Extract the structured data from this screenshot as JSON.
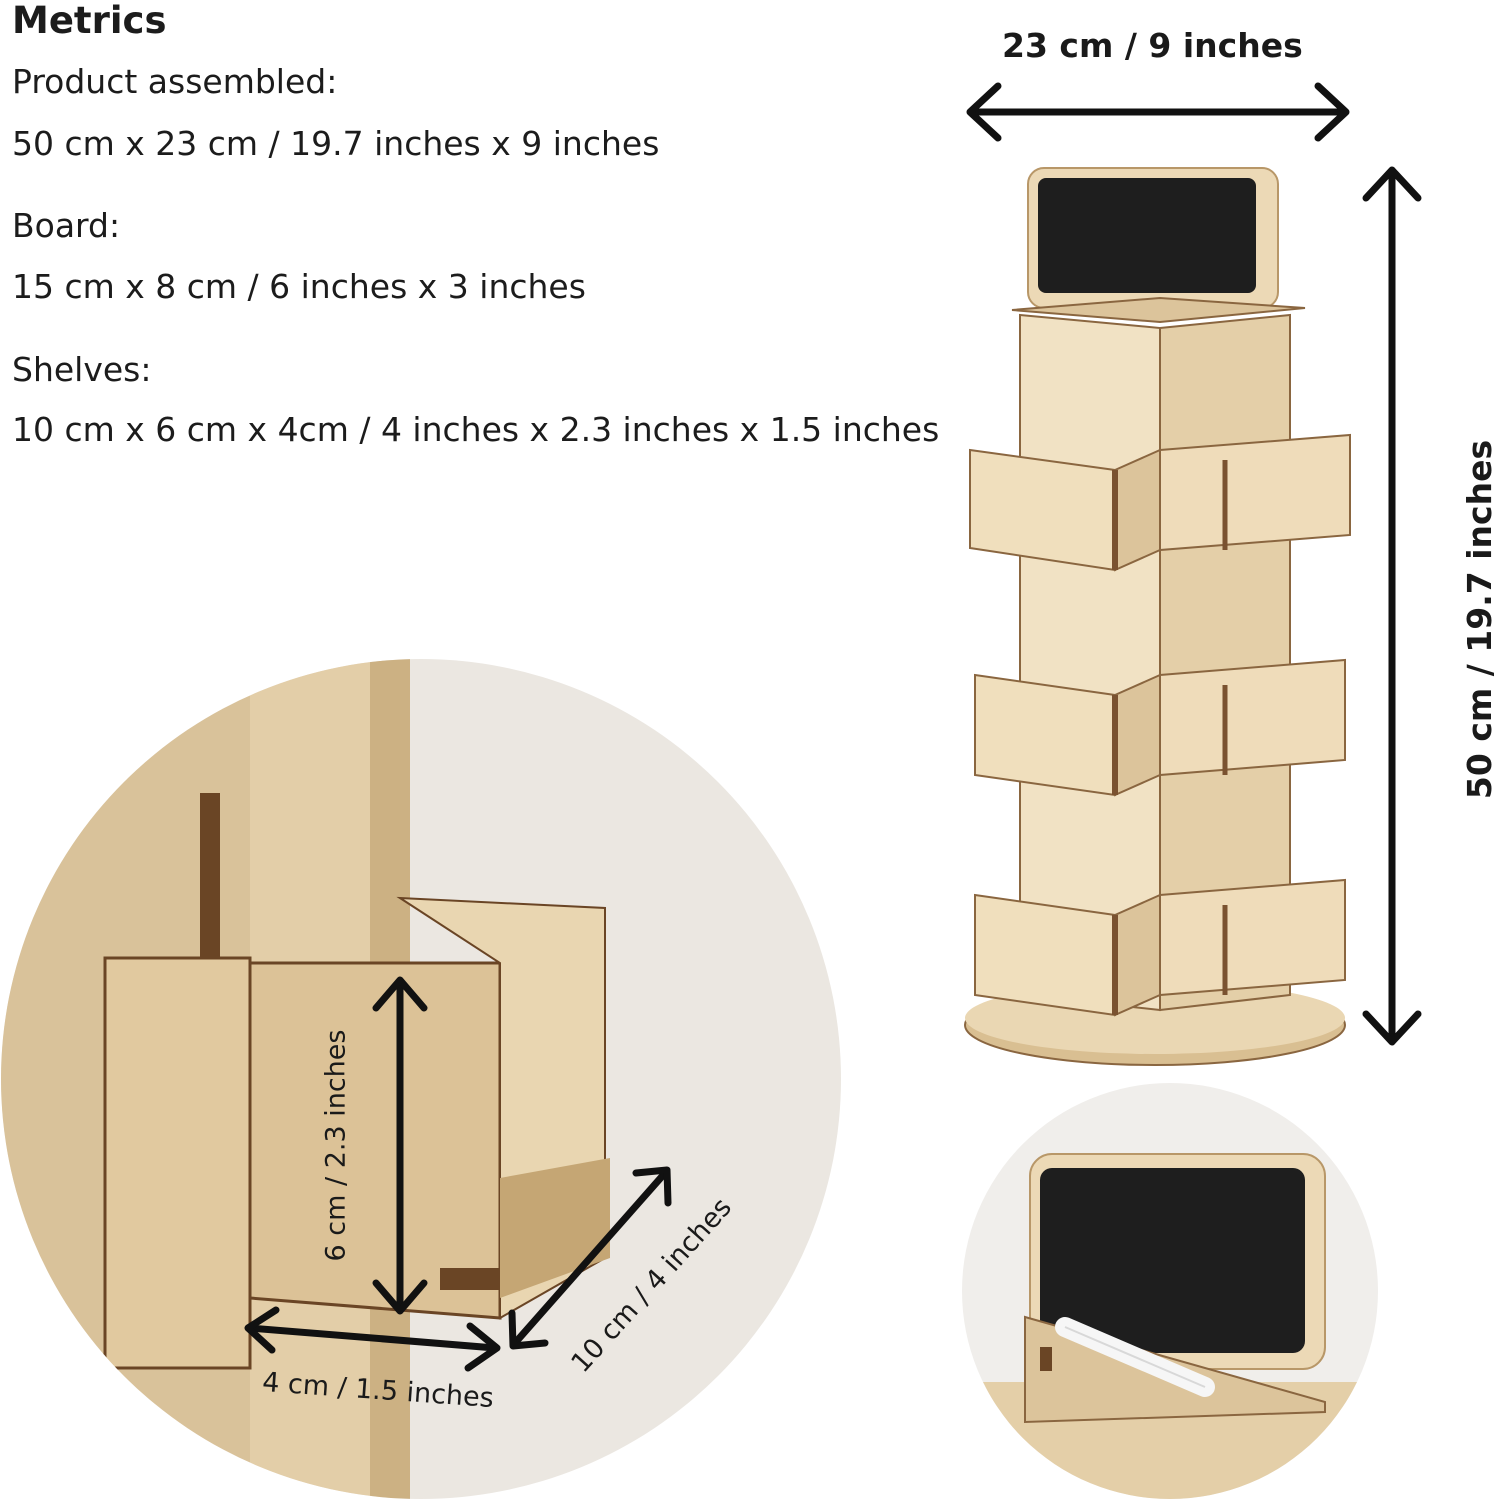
{
  "specs": {
    "title": "Metrics",
    "product_label": "Product assembled:",
    "product_value": "50 cm x 23 cm / 19.7 inches x 9 inches",
    "board_label": "Board:",
    "board_value": "15 cm x 8 cm / 6 inches x 3 inches",
    "shelves_label": "Shelves:",
    "shelves_value": "10 cm x 6 cm x 4cm / 4 inches x 2.3 inches x 1.5 inches"
  },
  "dimensions": {
    "width": "23 cm / 9 inches",
    "height": "50 cm / 19.7 inches",
    "shelf_height": "6 cm / 2.3 inches",
    "shelf_depth": "4 cm / 1.5 inches",
    "shelf_length": "10 cm / 4 inches"
  },
  "colors": {
    "wood": "#e9d6b0",
    "wood_dark": "#c9ab7a",
    "edge": "#7a5230",
    "chalkboard": "#1e1e1e",
    "background_circle": "#ebe7e1"
  }
}
